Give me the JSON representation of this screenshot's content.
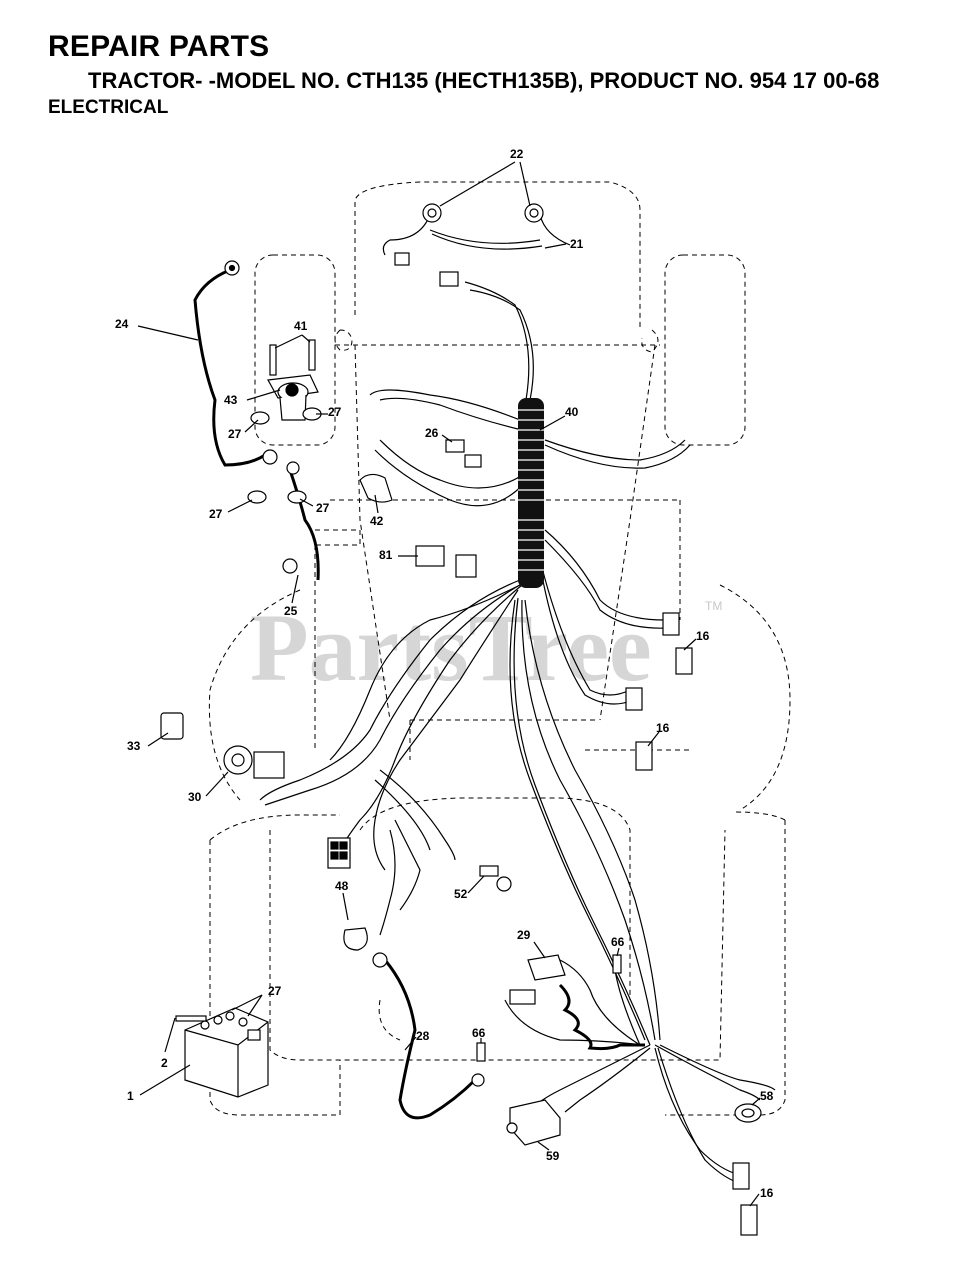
{
  "header": {
    "title": "REPAIR PARTS",
    "subtitle": "TRACTOR- -MODEL NO. CTH135 (HECTH135B), PRODUCT NO. 954 17 00-68",
    "section": "ELECTRICAL"
  },
  "watermark": {
    "text": "PartsTree",
    "tm": "TM"
  },
  "callouts": {
    "c22": "22",
    "c21": "21",
    "c24": "24",
    "c41": "41",
    "c43": "43",
    "c27a": "27",
    "c27b": "27",
    "c27c": "27",
    "c27d": "27",
    "c27e": "27",
    "c40": "40",
    "c26": "26",
    "c42": "42",
    "c81": "81",
    "c25": "25",
    "c16a": "16",
    "c16b": "16",
    "c16c": "16",
    "c33": "33",
    "c30": "30",
    "c48": "48",
    "c52": "52",
    "c29": "29",
    "c66a": "66",
    "c66b": "66",
    "c28": "28",
    "c2": "2",
    "c1": "1",
    "c58": "58",
    "c59": "59"
  },
  "colors": {
    "ink": "#000000",
    "watermark": "#d6d6d6"
  }
}
